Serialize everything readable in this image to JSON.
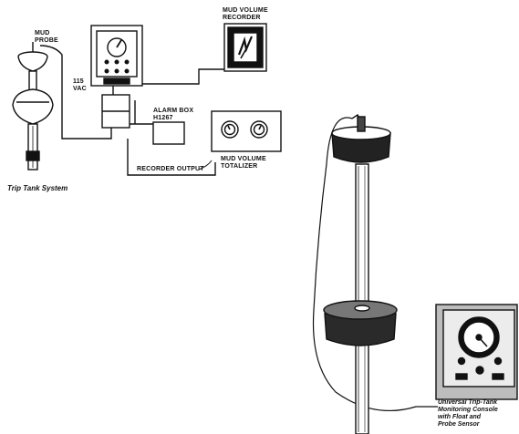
{
  "labels": {
    "mud_probe": [
      "MUD",
      "PROBE"
    ],
    "vac": [
      "115",
      "VAC"
    ],
    "recorder": [
      "MUD VOLUME",
      "RECORDER"
    ],
    "alarm_box": [
      "ALARM BOX",
      "H1267"
    ],
    "recorder_output": "RECORDER OUTPUT",
    "totalizer": [
      "MUD VOLUME",
      "TOTALIZER"
    ]
  },
  "captions": {
    "system": "Trip Tank System",
    "console": [
      "Universal Trip-Tank",
      "Monitoring Console",
      "with Float and",
      "Probe Sensor"
    ]
  },
  "colors": {
    "ink": "#111111",
    "paper": "#ffffff",
    "panel": "#ffffff"
  }
}
